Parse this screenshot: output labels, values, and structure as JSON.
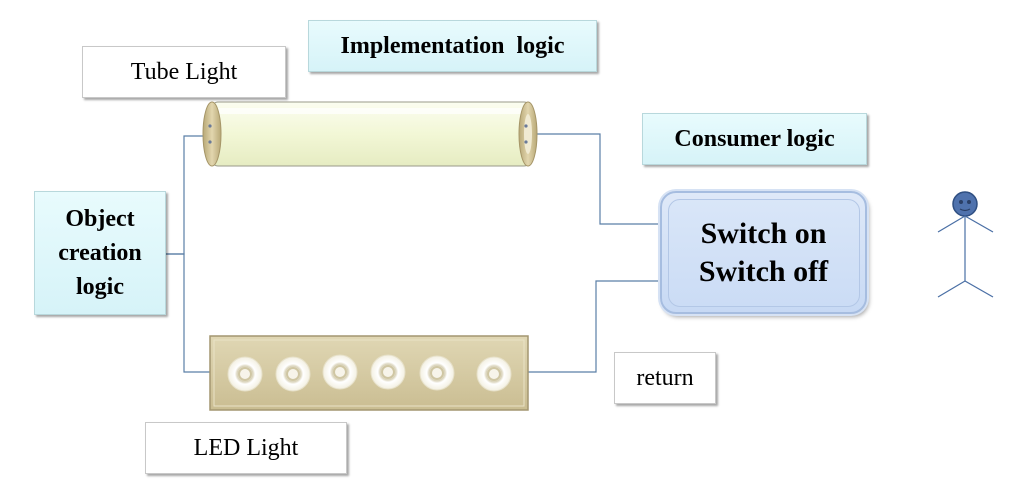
{
  "labels": {
    "tube_light": "Tube Light",
    "implementation_logic": "Implementation  logic",
    "consumer_logic": "Consumer logic",
    "object_creation_line1": "Object",
    "object_creation_line2": "creation",
    "object_creation_line3": "logic",
    "switch_on": "Switch on",
    "switch_off": "Switch off",
    "return": "return",
    "led_light": "LED Light"
  },
  "colors": {
    "connector_line": "#5b7fa6",
    "tube_body": "#f4f8dc",
    "tube_cap": "#c8b98a",
    "led_panel": "#d2c7a0",
    "switch_fill": "#c7d9f4",
    "figure_color": "#4a6fa5"
  },
  "icons": {
    "person": "stick-figure-icon",
    "tube": "tube-light-icon",
    "led": "led-panel-icon"
  }
}
